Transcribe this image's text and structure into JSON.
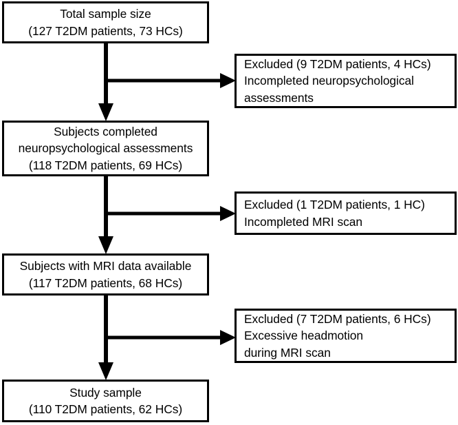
{
  "figure": {
    "type": "participant-flow-diagram",
    "background_color": "#ffffff",
    "line_color": "#000000",
    "text_color": "#000000"
  },
  "main_nodes": [
    {
      "id": "total-sample",
      "lines": [
        "Total sample size",
        "(127 T2DM patients, 73 HCs)"
      ]
    },
    {
      "id": "completed-neuropsych",
      "lines": [
        "Subjects completed",
        "neuropsychological assessments",
        "(118 T2DM patients, 69 HCs)"
      ]
    },
    {
      "id": "mri-available",
      "lines": [
        "Subjects with MRI data available",
        "(117 T2DM patients, 68 HCs)"
      ]
    },
    {
      "id": "study-sample",
      "lines": [
        "Study sample",
        "(110 T2DM patients, 62 HCs)"
      ]
    }
  ],
  "exclusion_nodes": [
    {
      "id": "excluded-neuropsych",
      "lines": [
        "Excluded (9 T2DM patients, 4 HCs)",
        "Incompleted neuropsychological",
        "assessments"
      ]
    },
    {
      "id": "excluded-mri-scan",
      "lines": [
        "Excluded (1 T2DM patients, 1 HC)",
        "Incompleted MRI scan"
      ]
    },
    {
      "id": "excluded-headmotion",
      "lines": [
        "Excluded (7 T2DM patients, 6 HCs)",
        "Excessive headmotion",
        "during MRI scan"
      ]
    }
  ]
}
